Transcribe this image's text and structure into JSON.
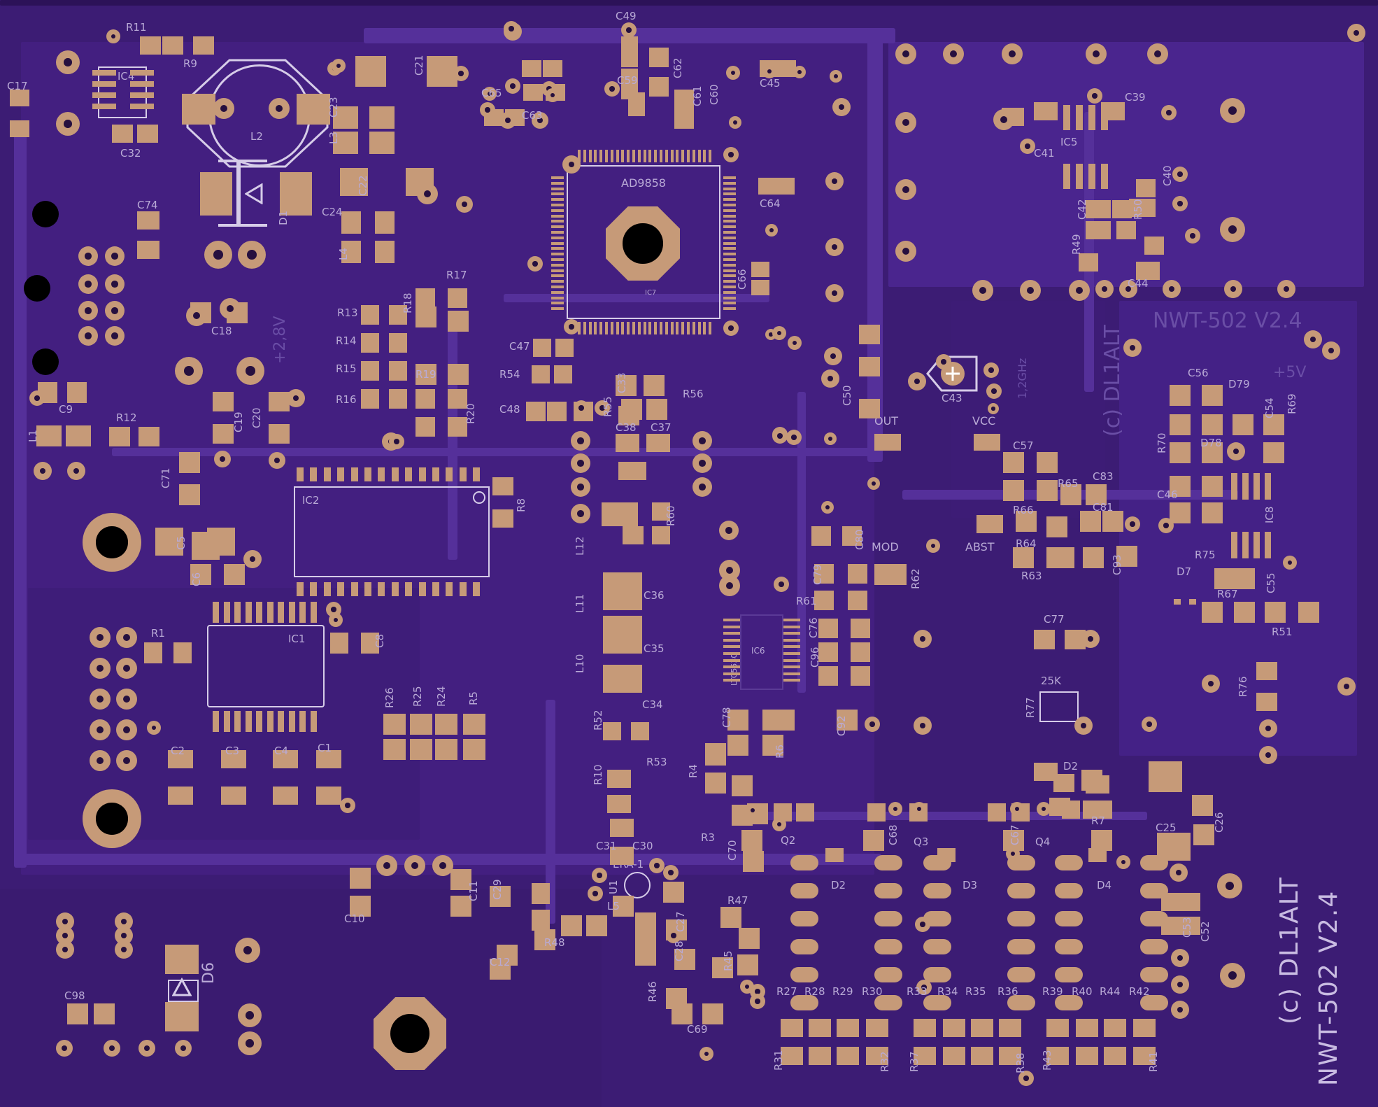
{
  "board": {
    "background": "#3c1c74",
    "copper": "#c69a78",
    "silk": "#d6cce8"
  },
  "titles": {
    "vertical_line1": "(c) DL1ALT",
    "vertical_line2": "NWT-502  V2.4",
    "faint_copper": "NWT-502  V2.4",
    "faint_vertical": "(c) DL1ALT",
    "faint_freq": "1,2GHz",
    "faint_supply_1": "+2,8V",
    "faint_supply_2": "+5V"
  },
  "ic_labels": {
    "ic7_part": "AD9858",
    "ic7_ref": "IC7",
    "ic2": "IC2",
    "ic1": "IC1",
    "ic4": "IC4",
    "ic5": "IC5",
    "ic6": "IC6",
    "ic6_part": "LTC5530",
    "ic8": "IC8",
    "l2": "L2",
    "d1": "D1",
    "d6": "D6",
    "era": "ERA-1",
    "pot": "25K"
  },
  "signal_labels": {
    "out": "OUT",
    "vcc": "VCC",
    "mod": "MOD",
    "abst": "ABST"
  },
  "refs": {
    "R11": "R11",
    "R9": "R9",
    "C17": "C17",
    "C32": "C32",
    "C21": "C21",
    "C49": "C49",
    "C65": "C65",
    "C63": "C63",
    "C59": "C59",
    "C62": "C62",
    "C61": "C61",
    "C60": "C60",
    "C45": "C45",
    "C23": "C23",
    "L3": "L3",
    "C22": "C22",
    "C24": "C24",
    "L4": "L4",
    "C74": "C74",
    "C64": "C64",
    "C66": "C66",
    "C39": "C39",
    "C41": "C41",
    "C40": "C40",
    "C42": "C42",
    "R50": "R50",
    "R49": "R49",
    "C44": "C44",
    "R17": "R17",
    "R18": "R18",
    "R13": "R13",
    "R14": "R14",
    "R15": "R15",
    "R16": "R16",
    "R19": "R19",
    "R20": "R20",
    "C18": "C18",
    "C47": "C47",
    "R54": "R54",
    "C48": "C48",
    "R55": "R55",
    "C33": "C33",
    "C38": "C38",
    "C37": "C37",
    "R56": "R56",
    "C50": "C50",
    "C43": "C43",
    "C9": "C9",
    "L1": "L1",
    "R12": "R12",
    "C19": "C19",
    "C20": "C20",
    "C71": "C71",
    "R8": "R8",
    "C5": "C5",
    "C6": "C6",
    "L12": "L12",
    "R60": "R60",
    "C57": "C57",
    "R65": "R65",
    "C83": "C83",
    "R66": "R66",
    "C81": "C81",
    "R64": "R64",
    "R63": "R63",
    "C93": "C93",
    "C56": "C56",
    "D79": "D79",
    "C54": "C54",
    "R69": "R69",
    "R70": "R70",
    "D78": "D78",
    "C46": "C46",
    "R75": "R75",
    "D7": "D7",
    "R67": "R67",
    "C55": "C55",
    "R51": "R51",
    "C80": "C80",
    "R62": "R62",
    "C36": "C36",
    "L11": "L11",
    "C79": "C79",
    "R61": "R61",
    "C76": "C76",
    "C96": "C96",
    "R1": "R1",
    "C8": "C8",
    "C35": "C35",
    "L10": "L10",
    "C77": "C77",
    "R76": "R76",
    "R77": "R77",
    "R26": "R26",
    "R25": "R25",
    "R24": "R24",
    "R5": "R5",
    "C34": "C34",
    "R52": "R52",
    "C78": "C78",
    "C92": "C92",
    "R53": "R53",
    "R4": "R4",
    "R6": "R6",
    "C2": "C2",
    "C3": "C3",
    "C4": "C4",
    "C1": "C1",
    "R10": "R10",
    "D2": "D2",
    "R3": "R3",
    "C26": "C26",
    "C25": "C25",
    "R7": "R7",
    "C31": "C31",
    "C30": "C30",
    "C70": "C70",
    "Q2": "Q2",
    "C68": "C68",
    "Q3": "Q3",
    "C67": "C67",
    "Q4": "Q4",
    "D2b": "D2",
    "D3": "D3",
    "D4": "D4",
    "C10": "C10",
    "C11": "C11",
    "C29": "C29",
    "U1": "U1",
    "L5": "L5",
    "R47": "R47",
    "C27": "C27",
    "C28": "C28",
    "R45": "R45",
    "R48": "R48",
    "C12": "C12",
    "C53": "C53",
    "C52": "C52",
    "R46": "R46",
    "C69": "C69",
    "C98": "C98",
    "R27": "R27",
    "R28": "R28",
    "R29": "R29",
    "R30": "R30",
    "R33": "R33",
    "R34": "R34",
    "R35": "R35",
    "R36": "R36",
    "R39": "R39",
    "R40": "R40",
    "R44": "R44",
    "R42": "R42",
    "R31": "R31",
    "R32": "R32",
    "R37": "R37",
    "R38": "R38",
    "R43": "R43",
    "R41": "R41"
  }
}
